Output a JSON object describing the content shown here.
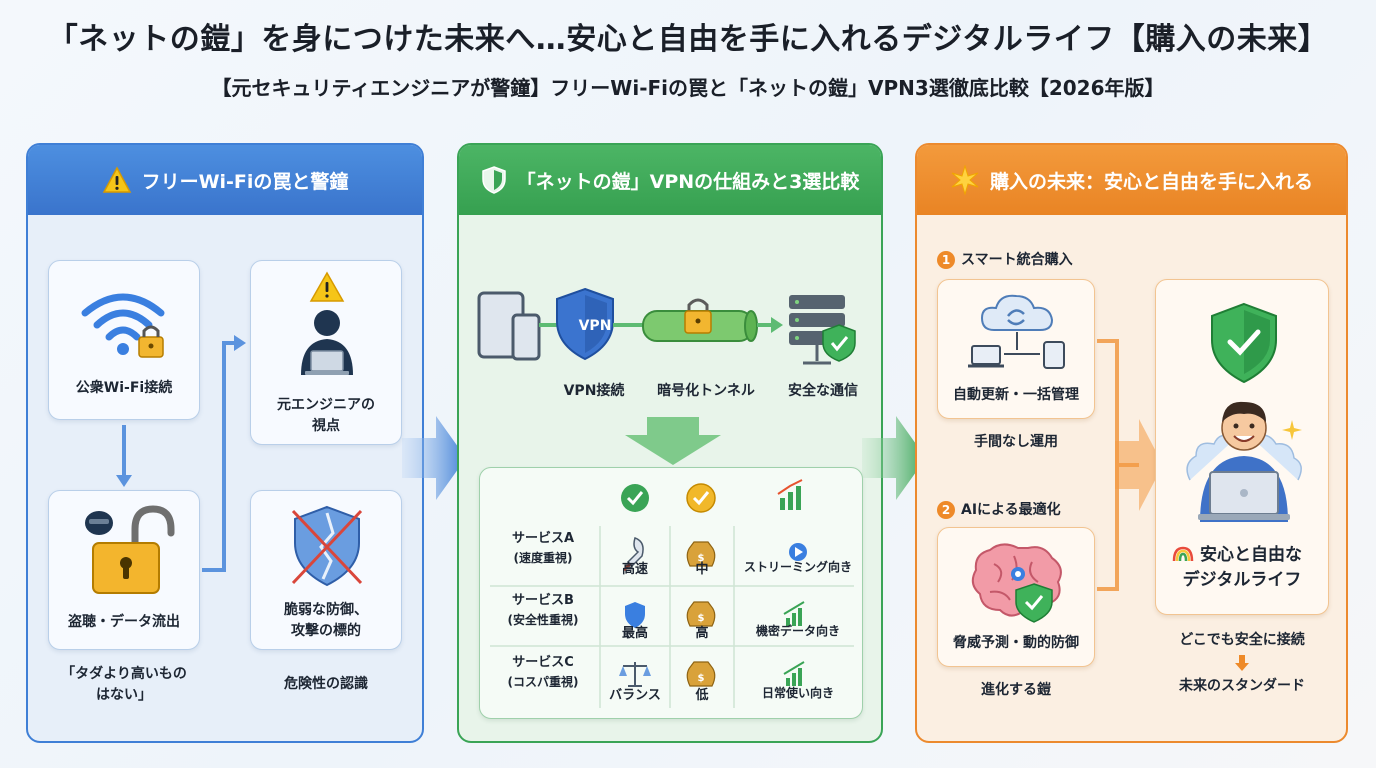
{
  "header": {
    "title": "「ネットの鎧」を身につけた未来へ…安心と自由を手に入れるデジタルライフ【購入の未来】",
    "subtitle": "【元セキュリティエンジニアが警鐘】フリーWi-Fiの罠と「ネットの鎧」VPN3選徹底比較【2026年版】"
  },
  "panel1": {
    "heading": "フリーWi-Fiの罠と警鐘",
    "public_wifi": "公衆Wi-Fi接続",
    "engineer_line1": "元エンジニアの",
    "engineer_line2": "視点",
    "eavesdrop": "盗聴・データ流出",
    "weak_line1": "脆弱な防御、",
    "weak_line2": "攻撃の標的",
    "quote_line1": "「タダより高いもの",
    "quote_line2": "はない」",
    "awareness": "危険性の認識"
  },
  "panel2": {
    "heading": "「ネットの鎧」VPNの仕組みと3選比較",
    "vpn_badge": "VPN",
    "step1": "VPN接続",
    "step2": "暗号化トンネル",
    "step3": "安全な通信",
    "services": [
      {
        "name": "サービスA",
        "sub": "(速度重視)",
        "c1": "高速",
        "c2": "中",
        "c3": "ストリーミング向き"
      },
      {
        "name": "サービスB",
        "sub": "(安全性重視)",
        "c1": "最高",
        "c2": "高",
        "c3": "機密データ向き"
      },
      {
        "name": "サービスC",
        "sub": "(コスパ重視)",
        "c1": "バランス",
        "c2": "低",
        "c3": "日常使い向き"
      }
    ]
  },
  "panel3": {
    "heading": "購入の未来：安心と自由を手に入れる",
    "badge1": "1",
    "item1_title": "スマート統合購入",
    "item1_card": "自動更新・一括管理",
    "item1_caption": "手間なし運用",
    "badge2": "2",
    "item2_title": "AIによる最適化",
    "item2_card": "脅威予測・動的防御",
    "item2_caption": "進化する鎧",
    "result_line1": "安心と自由な",
    "result_line2": "デジタルライフ",
    "result_caption1": "どこでも安全に接続",
    "result_caption2": "未来のスタンダード"
  },
  "colors": {
    "blue": "#3f7fd6",
    "green": "#3aa456",
    "orange": "#ec8a2e"
  }
}
